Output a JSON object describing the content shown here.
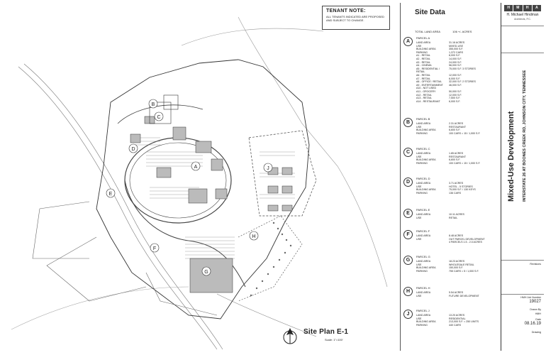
{
  "tenant_note": {
    "title": "TENANT NOTE:",
    "text": "ALL TENANTS INDICATED ARE PROPOSED AND SUBJECT TO CHANGE."
  },
  "plan": {
    "title": "Site Plan E-1",
    "scale": "Scale: 1\"=100'",
    "parcel_markers": [
      "A",
      "B",
      "C",
      "D",
      "E",
      "F",
      "G",
      "H",
      "J"
    ]
  },
  "site_data": {
    "title": "Site Data",
    "total_label": "TOTAL LAND AREA",
    "total_value": "106 +/- ACRES",
    "parcels": [
      {
        "letter": "A",
        "name": "PARCEL A",
        "rows": [
          [
            "LAND AREA",
            "31.16 ACRES"
          ],
          [
            "USE",
            "MIXED-USE"
          ],
          [
            "BUILDING AREA",
            "355,000 S.F."
          ],
          [
            "PARKING",
            "1,372 CARS"
          ],
          [
            "A1 - RETAIL",
            "8,000 S.F."
          ],
          [
            "A2 - RETAIL",
            "14,000 S.F."
          ],
          [
            "A3 - RETAIL",
            "24,000 S.F."
          ],
          [
            "A4 - CINEMA",
            "56,000 S.F."
          ],
          [
            "A5 - RESIDENTIAL / RETAIL",
            "75,000 S.F.   3 STORIES"
          ],
          [
            "A6 - RETAIL",
            "12,000 S.F."
          ],
          [
            "A7 - RETAIL",
            "6,000 S.F."
          ],
          [
            "A8 - OFFICE / RETAIL",
            "32,000 S.F.   2 STORIES"
          ],
          [
            "A9 - ENTERTAINMENT",
            "46,000 S.F."
          ],
          [
            "A10 - NOT USED",
            ""
          ],
          [
            "A11 - GROCERY",
            "50,000 S.F."
          ],
          [
            "A12 - RETAIL",
            "12,000 S.F."
          ],
          [
            "A13 - RETAIL",
            "7,500 S.F."
          ],
          [
            "A14 - RESTAURANT",
            "6,000 S.F."
          ]
        ]
      },
      {
        "letter": "B",
        "name": "PARCEL B",
        "rows": [
          [
            "LAND AREA",
            "2.31 ACRES"
          ],
          [
            "USE",
            "RESTAURANT"
          ],
          [
            "BUILDING AREA",
            "6,600 S.F."
          ],
          [
            "PARKING",
            "100 CARS = 15 / 1,000 S.F."
          ]
        ]
      },
      {
        "letter": "C",
        "name": "PARCEL C",
        "rows": [
          [
            "LAND AREA",
            "1.85 ACRES"
          ],
          [
            "USE",
            "RESTAURANT"
          ],
          [
            "BUILDING AREA",
            "6,600 S.F."
          ],
          [
            "PARKING",
            "100 CARS = 15 / 1,000 S.F."
          ]
        ]
      },
      {
        "letter": "D",
        "name": "PARCEL D",
        "rows": [
          [
            "LAND AREA",
            "3.71 ACRES"
          ],
          [
            "USE",
            "HOTEL - 5 STORIES"
          ],
          [
            "BUILDING AREA",
            "75,000 S.F. / 130 KEYS"
          ],
          [
            "PARKING",
            "136 CARS"
          ]
        ]
      },
      {
        "letter": "E",
        "name": "PARCEL E",
        "rows": [
          [
            "LAND AREA",
            "10.11 ACRES"
          ],
          [
            "USE",
            "RETAIL"
          ]
        ]
      },
      {
        "letter": "F",
        "name": "PARCEL F",
        "rows": [
          [
            "LAND AREA",
            "8.48 ACRES"
          ],
          [
            "USE",
            "OUT PARCEL DEVELOPMENT"
          ],
          [
            "",
            "4 PARCELS 1.5 - 2.0 ACRES"
          ]
        ]
      },
      {
        "letter": "G",
        "name": "PARCEL G",
        "rows": [
          [
            "LAND AREA",
            "18.23 ACRES"
          ],
          [
            "USE",
            "WHOLESALE RETAIL"
          ],
          [
            "BUILDING AREA",
            "150,000 S.F."
          ],
          [
            "PARKING",
            "755 CARS = 5 / 1,000 S.F."
          ]
        ]
      },
      {
        "letter": "H",
        "name": "PARCEL H",
        "rows": [
          [
            "LAND AREA",
            "5.54 ACRES"
          ],
          [
            "USE",
            "FUTURE DEVELOPMENT"
          ]
        ]
      },
      {
        "letter": "J",
        "name": "PARCEL J",
        "rows": [
          [
            "LAND AREA",
            "13.20 ACRES"
          ],
          [
            "USE",
            "RESIDENTIAL"
          ],
          [
            "BUILDING AREA",
            "213,000 S.F. = 250 UNITS"
          ],
          [
            "PARKING",
            "440 CARS"
          ]
        ]
      }
    ]
  },
  "titleblock": {
    "logo": [
      "H",
      "M",
      "H",
      "A"
    ],
    "firm": "H. Michael Hindman",
    "firm_sub": "Architects, P.C.",
    "project_title": "Mixed-Use Development",
    "project_subtitle": "INTERSTATE 26 AT BOONES CREEK RD, JOHNSON CITY, TENNESSEE",
    "revisions_label": "Revisions",
    "job_label": "HMH Job Number",
    "job_number": "19027",
    "drawn_label": "Drawn By",
    "drawn_by": "HMH",
    "date_label": "Date",
    "date": "08.16.19",
    "drawing_label": "Drawing"
  }
}
